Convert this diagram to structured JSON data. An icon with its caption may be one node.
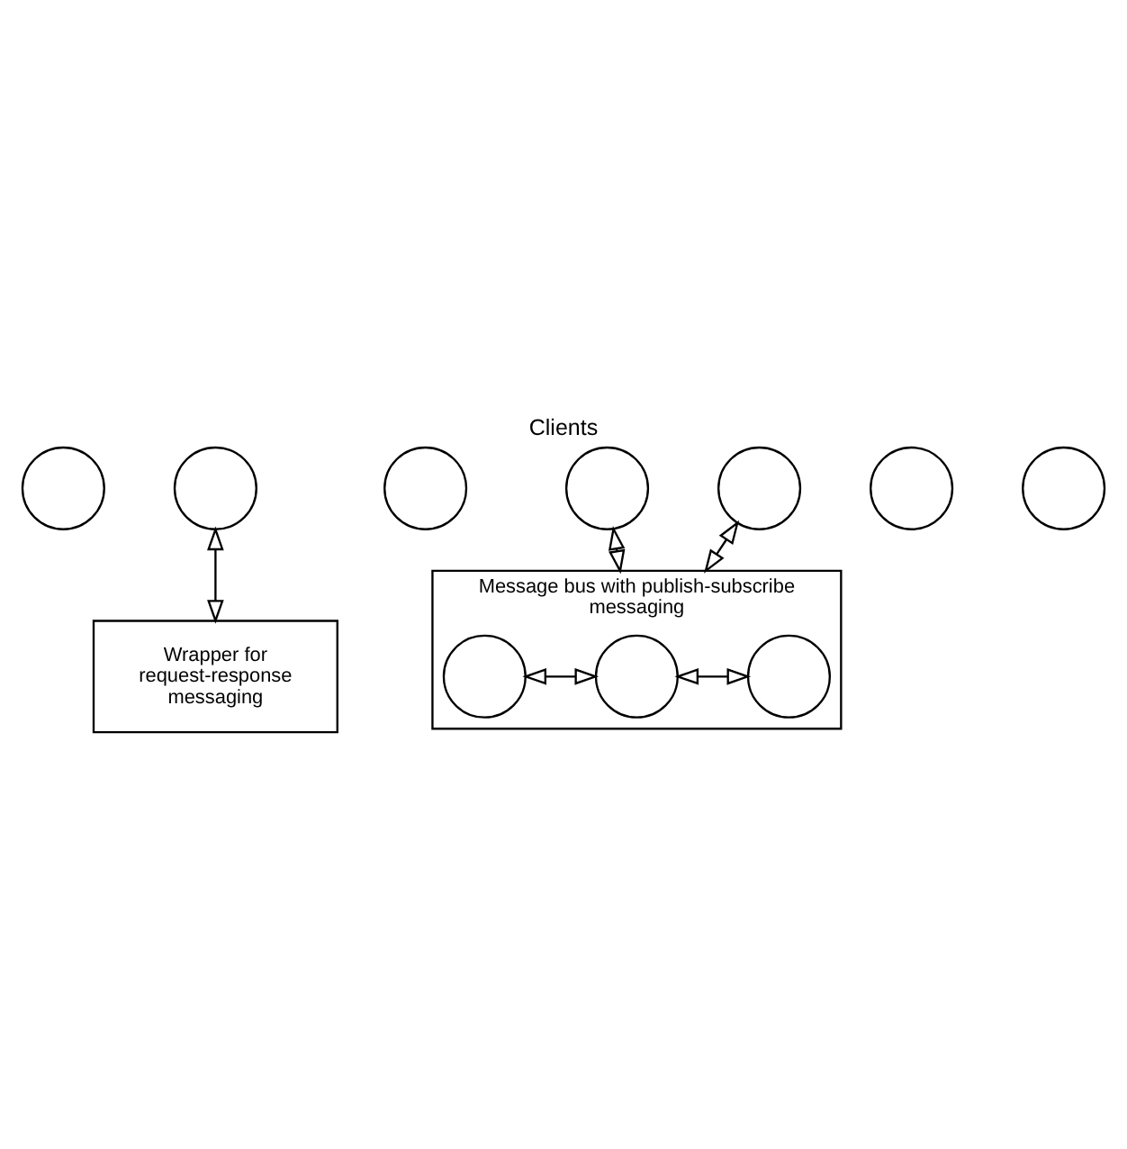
{
  "diagram": {
    "title": "Clients",
    "nodes": [
      {
        "text": [],
        "shape": "circle"
      },
      {
        "text": [],
        "shape": "circle"
      },
      {
        "text": [],
        "shape": "circle"
      },
      {
        "text": [],
        "shape": "circle"
      },
      {
        "text": [],
        "shape": "circle"
      },
      {
        "text": [],
        "shape": "circle"
      },
      {
        "text": [],
        "shape": "circle"
      },
      {
        "text": [
          "Wrapper for request-response messaging"
        ]
      },
      {
        "text": [
          "Message bus with publish-subscribe messaging"
        ]
      },
      {
        "text": [],
        "shape": "circle",
        "in": 8
      },
      {
        "text": [],
        "shape": "circle",
        "in": 8
      },
      {
        "text": [],
        "shape": "circle",
        "in": 8
      }
    ],
    "edges": [
      {
        "from": 1,
        "to": 7,
        "arrow": "both"
      },
      {
        "from": 3,
        "to": 8,
        "arrow": "both"
      },
      {
        "from": 6,
        "to": 8,
        "arrow": "both"
      },
      {
        "from": 9,
        "to": 10,
        "arrow": "both"
      },
      {
        "from": 10,
        "to": 11,
        "arrow": "both"
      }
    ]
  }
}
